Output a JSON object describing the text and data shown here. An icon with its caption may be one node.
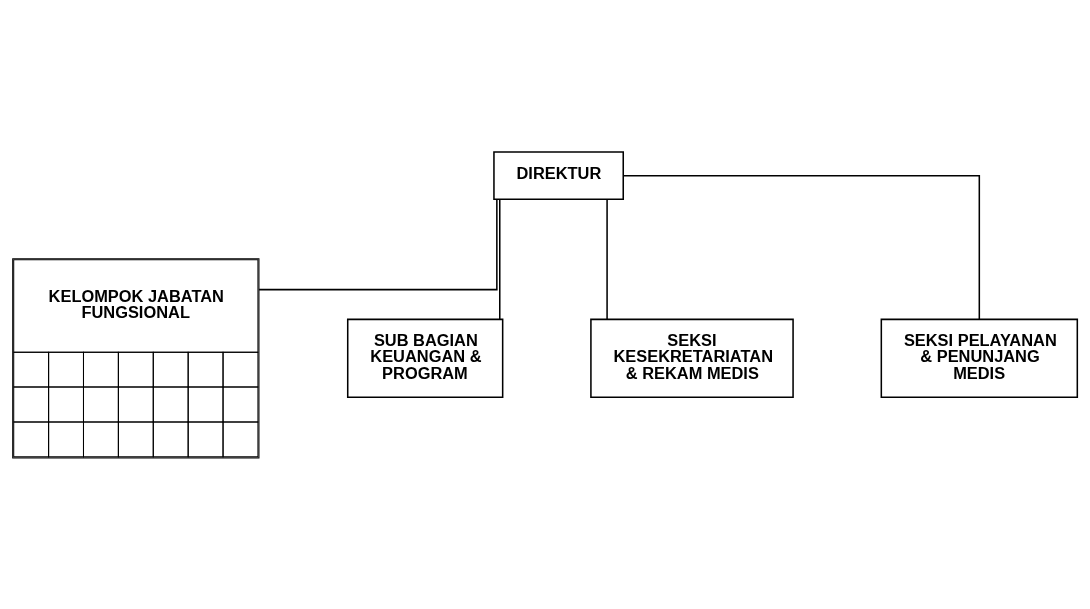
{
  "diagram": {
    "nodes": [
      {
        "text": [
          "DIREKTUR"
        ]
      },
      {
        "text": [
          "KELOMPOK JABATAN FUNGSIONAL"
        ]
      },
      {
        "text": [
          "SUB BAGIAN KEUANGAN & PROGRAM"
        ]
      },
      {
        "text": [
          "SEKSI KESEKRETARIATAN & REKAM MEDIS"
        ]
      },
      {
        "text": [
          "SEKSI PELAYANAN & PENUNJANG MEDIS"
        ]
      }
    ],
    "edges": [
      {
        "from": 0,
        "to": 1,
        "arrow": "none"
      },
      {
        "from": 0,
        "to": 2,
        "arrow": "none"
      },
      {
        "from": 0,
        "to": 3,
        "arrow": "none"
      },
      {
        "from": 0,
        "to": 4,
        "arrow": "none"
      }
    ]
  }
}
